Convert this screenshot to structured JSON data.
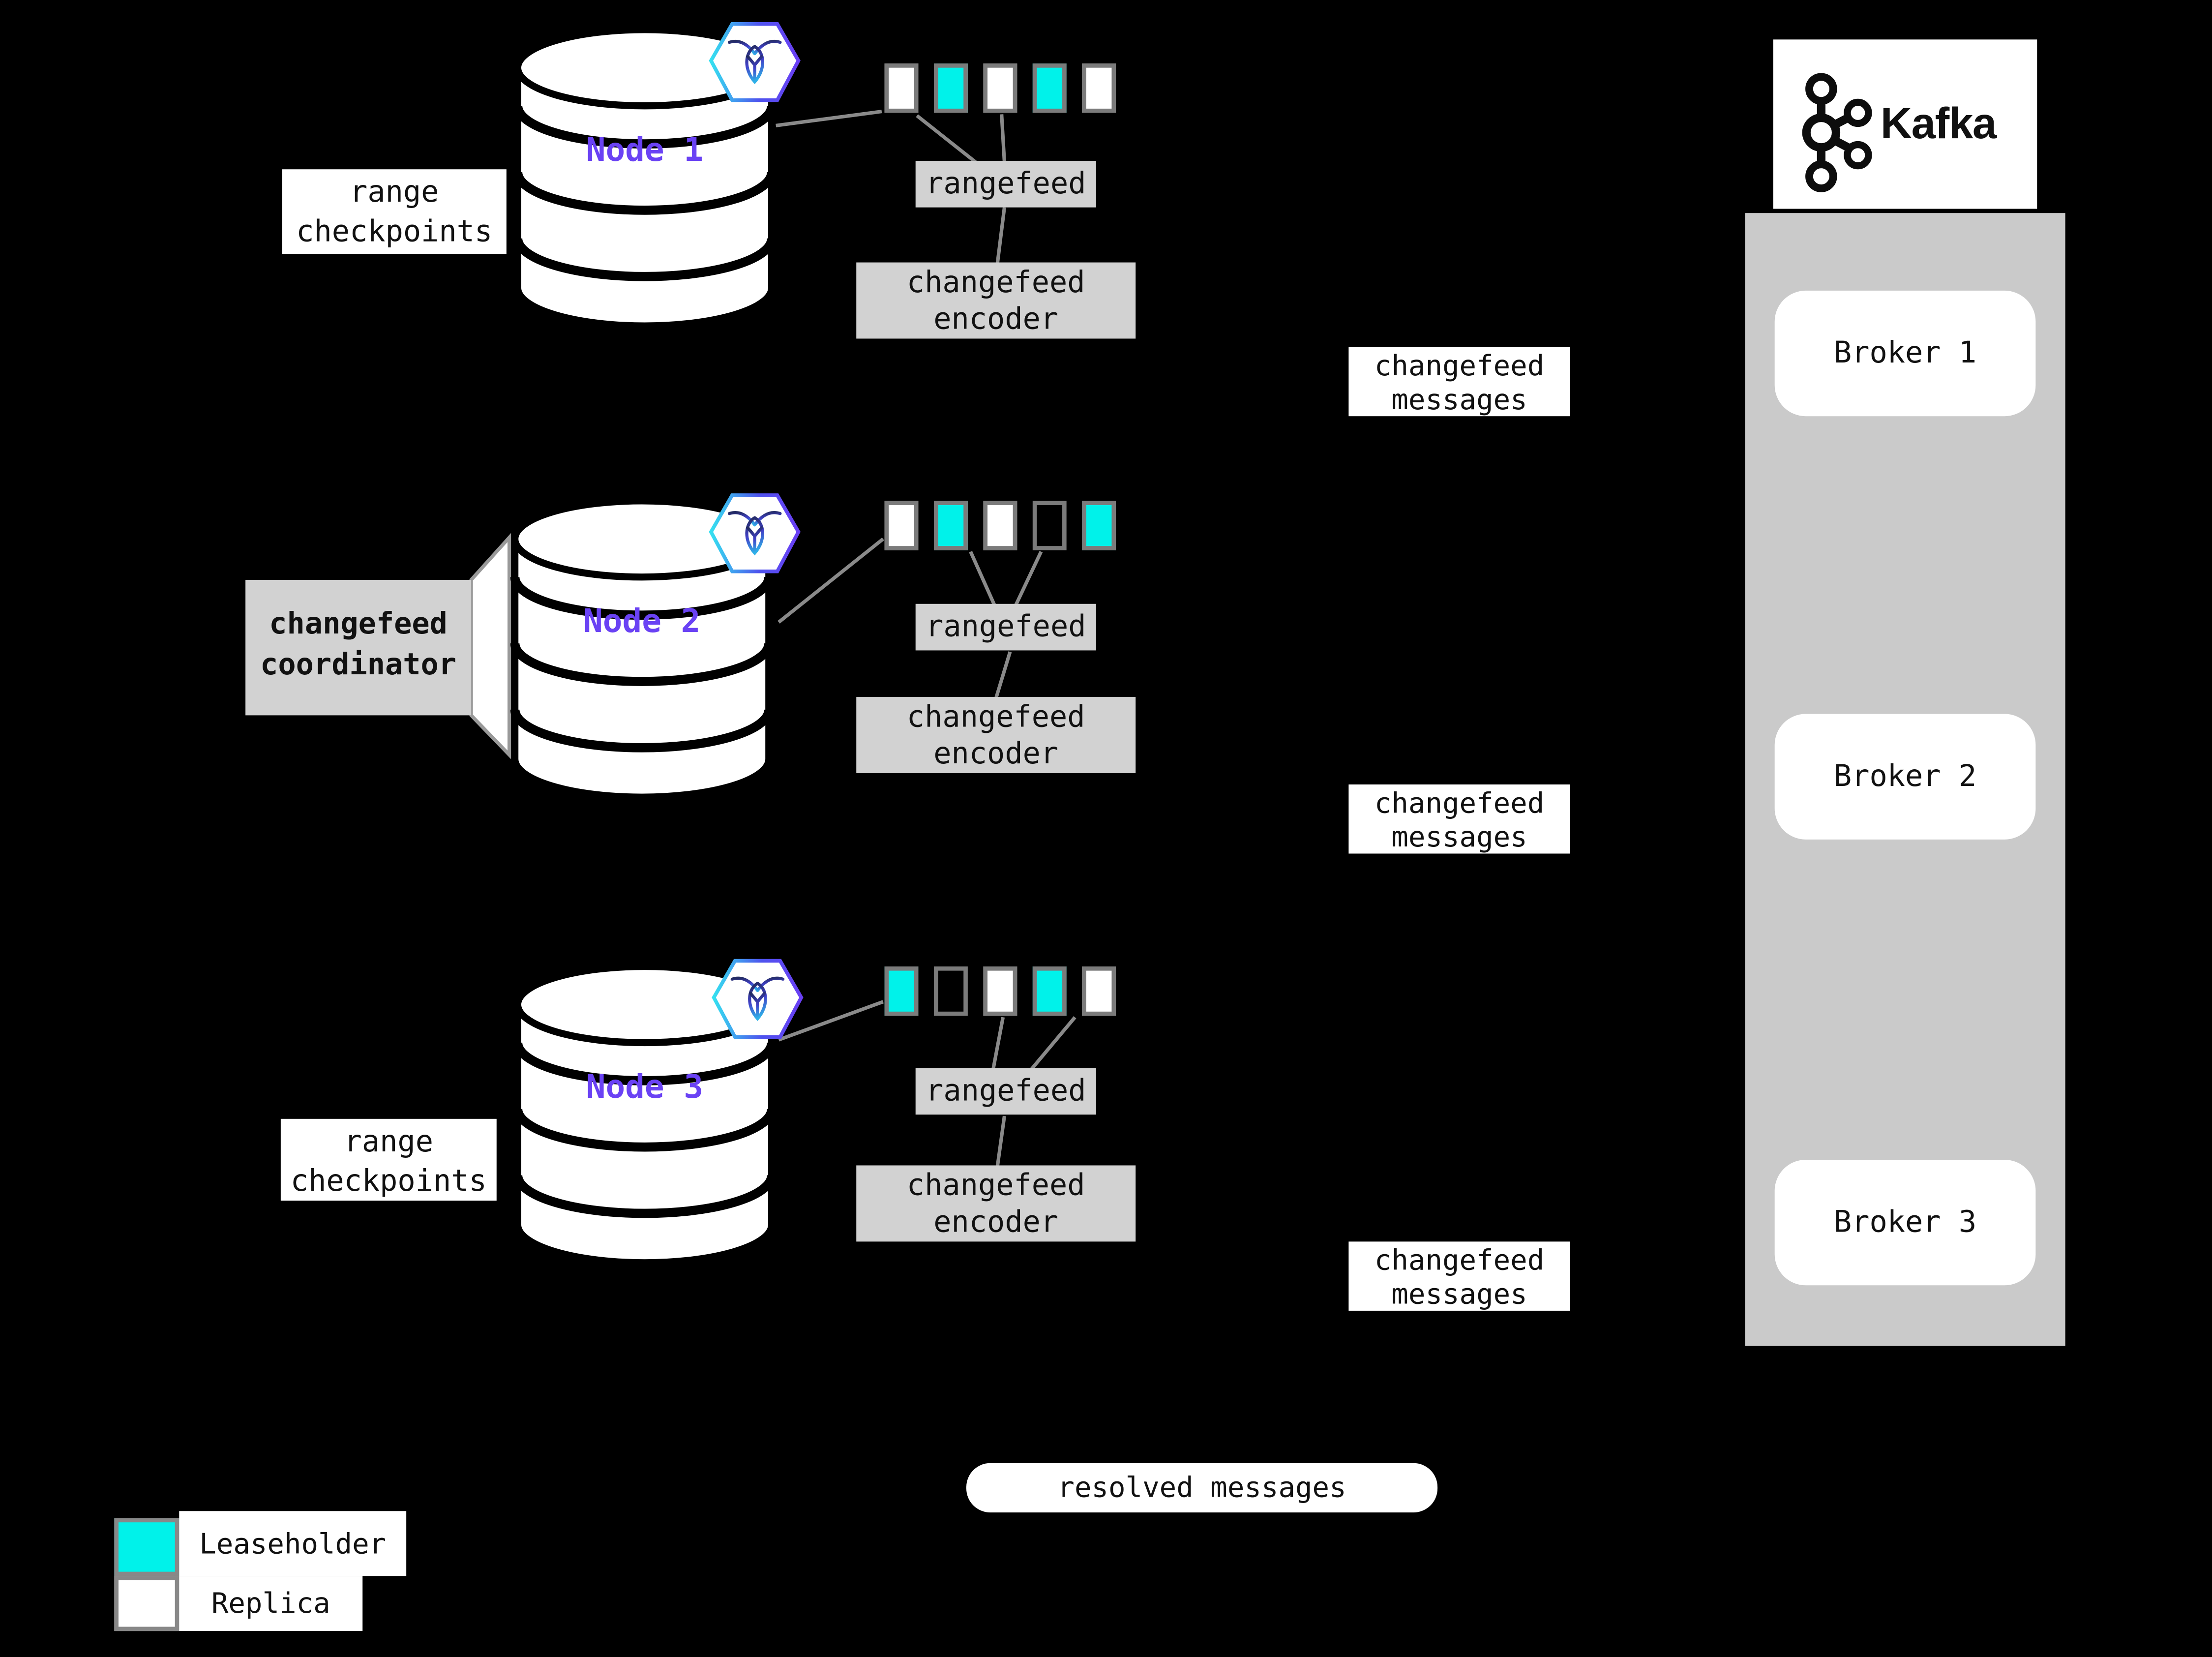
{
  "colors": {
    "background": "#000000",
    "leaseholder": "#00F2EA",
    "replica": "#FFFFFF",
    "square_border": "#7B7B7B",
    "line_gray": "#8A8A8A",
    "box_gray": "#D2D2D2",
    "panel_gray": "#CACACA",
    "node_text": "#6A42F4",
    "hex_gradient_start": "#35E0F0",
    "hex_gradient_end": "#6A3FF4"
  },
  "nodes": [
    {
      "title": "Node 1",
      "ranges": [
        "replica",
        "leaseholder",
        "replica",
        "leaseholder",
        "replica"
      ],
      "rangefeed_label": "rangefeed",
      "encoder_line1": "changefeed",
      "encoder_line2": "encoder",
      "messages_line1": "changefeed",
      "messages_line2": "messages"
    },
    {
      "title": "Node 2",
      "ranges": [
        "replica",
        "leaseholder",
        "replica",
        "empty",
        "leaseholder"
      ],
      "rangefeed_label": "rangefeed",
      "encoder_line1": "changefeed",
      "encoder_line2": "encoder",
      "messages_line1": "changefeed",
      "messages_line2": "messages"
    },
    {
      "title": "Node 3",
      "ranges": [
        "leaseholder",
        "empty",
        "replica",
        "leaseholder",
        "replica"
      ],
      "rangefeed_label": "rangefeed",
      "encoder_line1": "changefeed",
      "encoder_line2": "encoder",
      "messages_line1": "changefeed",
      "messages_line2": "messages"
    }
  ],
  "annotations": {
    "range_checkpoints_line1": "range",
    "range_checkpoints_line2": "checkpoints",
    "coordinator_line1": "changefeed",
    "coordinator_line2": "coordinator",
    "resolved_messages": "resolved messages"
  },
  "kafka": {
    "logo_text": "Kafka",
    "brokers": [
      "Broker 1",
      "Broker 2",
      "Broker 3"
    ]
  },
  "legend": {
    "items": [
      {
        "swatch": "leaseholder",
        "label": "Leaseholder"
      },
      {
        "swatch": "replica",
        "label": "Replica"
      }
    ]
  }
}
